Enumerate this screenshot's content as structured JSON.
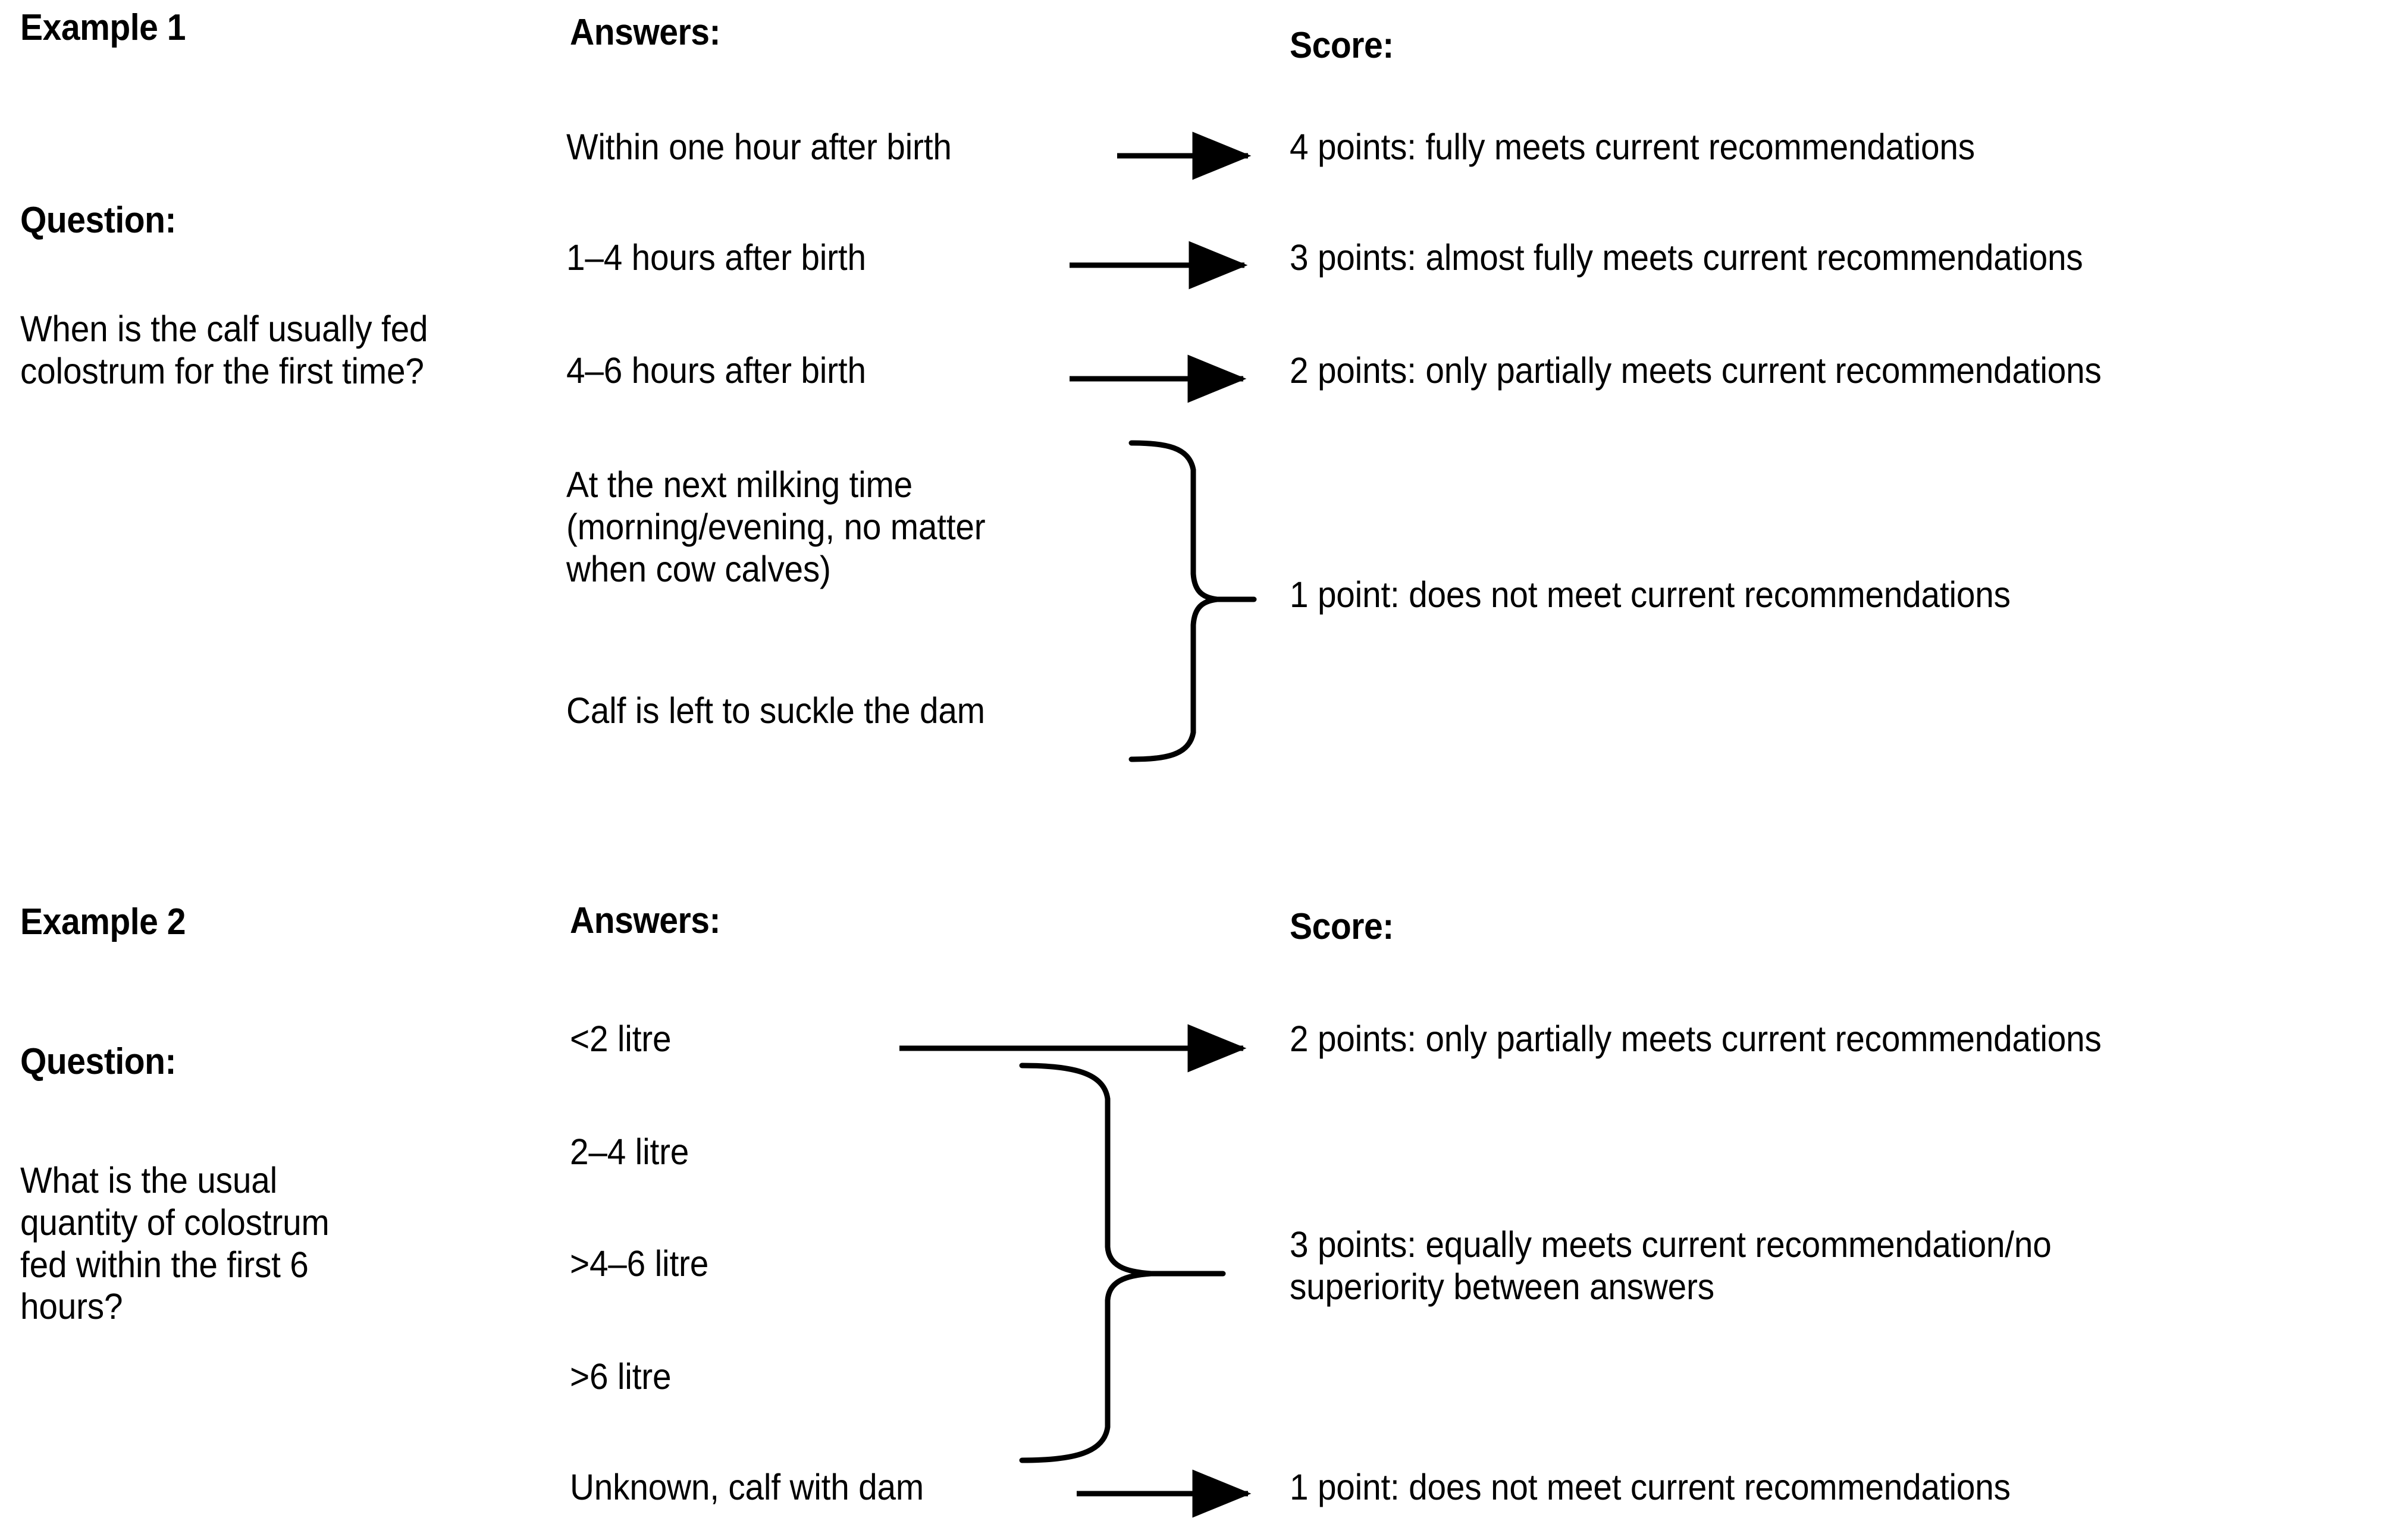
{
  "page": {
    "background_color": "#ffffff",
    "text_color": "#000000"
  },
  "examples": [
    {
      "id": "example-1",
      "label": "Example 1",
      "question_heading": "Question:",
      "question_text": "When is the calf usually fed colostrum for the first time?",
      "answers_heading": "Answers:",
      "score_heading": "Score:",
      "rows": [
        {
          "answers": [
            "Within one hour after birth"
          ],
          "connector": "arrow",
          "score": "4 points: fully meets current recommendations"
        },
        {
          "answers": [
            "1–4 hours after birth"
          ],
          "connector": "arrow",
          "score": "3 points: almost fully meets current recommendations"
        },
        {
          "answers": [
            "4–6 hours after birth"
          ],
          "connector": "arrow",
          "score": "2 points: only partially meets current recommendations"
        },
        {
          "answers": [
            "At the next milking time (morning/evening, no matter when cow calves)",
            "Calf is left to suckle the dam"
          ],
          "connector": "brace",
          "score": "1 point: does not meet current recommendations"
        }
      ]
    },
    {
      "id": "example-2",
      "label": "Example 2",
      "question_heading": "Question:",
      "question_text": "What is the usual quantity of colostrum fed within the first 6 hours?",
      "answers_heading": "Answers:",
      "score_heading": "Score:",
      "rows": [
        {
          "answers": [
            "<2 litre"
          ],
          "connector": "arrow",
          "score": "2 points: only partially meets current recommendations"
        },
        {
          "answers": [
            "2–4 litre",
            ">4–6 litre",
            ">6 litre"
          ],
          "connector": "brace",
          "score": "3 points: equally meets current recommendation/no superiority between answers"
        },
        {
          "answers": [
            "Unknown, calf with dam"
          ],
          "connector": "arrow",
          "score": "1 point: does not meet current recommendations"
        }
      ]
    }
  ],
  "text": {
    "ex1_label": "Example 1",
    "ex1_question_heading": "Question:",
    "ex1_question_text": "When is the calf usually fed colostrum for the first time?",
    "ex1_answers_heading": "Answers:",
    "ex1_score_heading": "Score:",
    "ex1_a1": "Within one hour after birth",
    "ex1_a2": "1–4 hours after birth",
    "ex1_a3": "4–6 hours after birth",
    "ex1_a4": "At the next milking time\n(morning/evening, no matter\nwhen cow calves)",
    "ex1_a5": "Calf is left to suckle the  dam",
    "ex1_s1": "4 points: fully meets current recommendations",
    "ex1_s2": "3 points: almost fully meets current recommendations",
    "ex1_s3": "2 points: only partially meets current recommendations",
    "ex1_s4": "1 point: does not meet current recommendations",
    "ex2_label": "Example 2",
    "ex2_question_heading": "Question:",
    "ex2_question_text": "What is the usual\nquantity of colostrum\nfed within the first 6\nhours?",
    "ex2_answers_heading": "Answers:",
    "ex2_score_heading": "Score:",
    "ex2_a1": "<2 litre",
    "ex2_a2": "2–4 litre",
    "ex2_a3": ">4–6 litre",
    "ex2_a4": ">6 litre",
    "ex2_a5": "Unknown, calf with dam",
    "ex2_s1": "2 points: only partially meets current recommendations",
    "ex2_s2": "3 points: equally meets current recommendation/no\nsuperiority between answers",
    "ex2_s3": "1 point: does not meet current recommendations",
    "ex1_question_line1": "When is the calf",
    "ex1_question_line2": "usually fed colostrum",
    "ex1_question_line3": "for the first time?"
  }
}
